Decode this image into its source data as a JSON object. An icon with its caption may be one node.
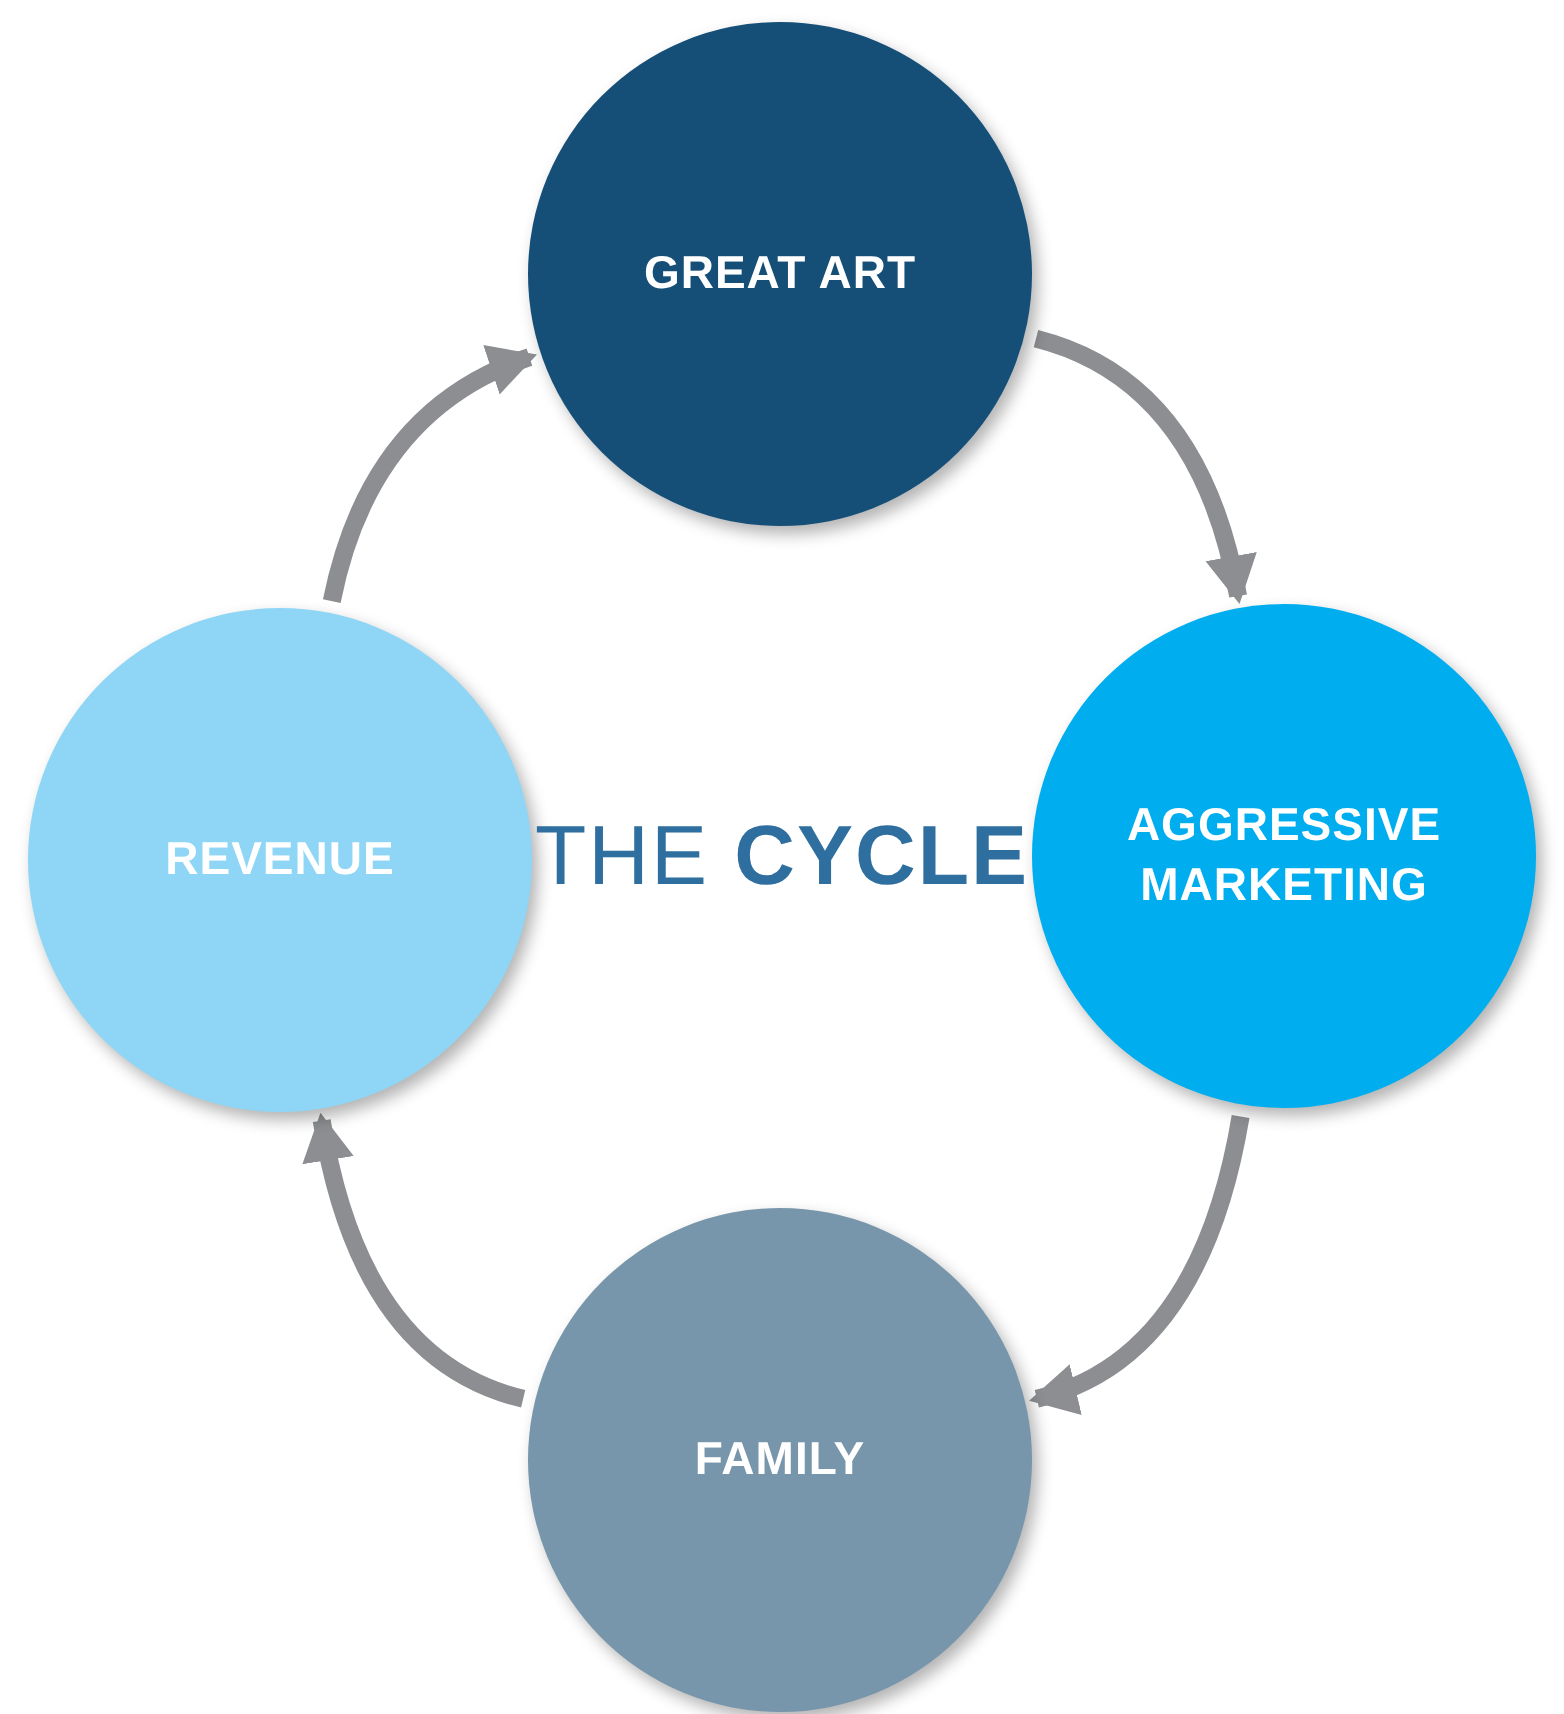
{
  "diagram": {
    "title": "THE **CYCLE**",
    "nodes": [
      {
        "text": [
          "GREAT ART"
        ]
      },
      {
        "text": [
          "AGGRESSIVE MARKETING"
        ]
      },
      {
        "text": [
          "FAMILY"
        ]
      },
      {
        "text": [
          "REVENUE"
        ]
      }
    ],
    "edges": [
      {
        "from": 3,
        "to": 0,
        "arrow": "to"
      },
      {
        "from": 0,
        "to": 1,
        "arrow": "to"
      },
      {
        "from": 1,
        "to": 2,
        "arrow": "to"
      },
      {
        "from": 2,
        "to": 3,
        "arrow": "to"
      }
    ]
  }
}
